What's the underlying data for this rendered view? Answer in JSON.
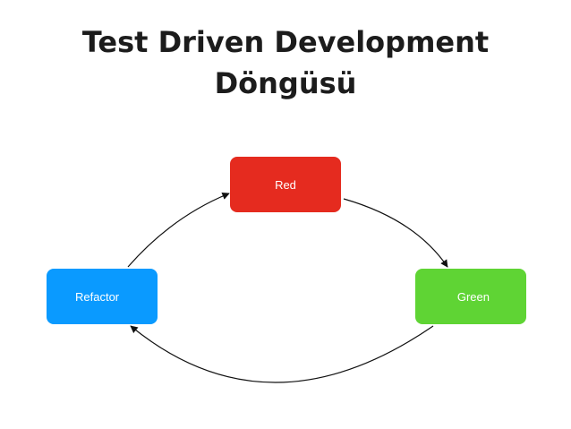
{
  "title": {
    "line1": "Test Driven Development",
    "line2": "Döngüsü"
  },
  "nodes": [
    {
      "id": "red",
      "label": "Red",
      "color": "#e52b1f"
    },
    {
      "id": "green",
      "label": "Green",
      "color": "#5fd434"
    },
    {
      "id": "refactor",
      "label": "Refactor",
      "color": "#0a9aff"
    }
  ],
  "edges": [
    {
      "from": "red",
      "to": "green"
    },
    {
      "from": "green",
      "to": "refactor"
    },
    {
      "from": "refactor",
      "to": "red"
    }
  ]
}
